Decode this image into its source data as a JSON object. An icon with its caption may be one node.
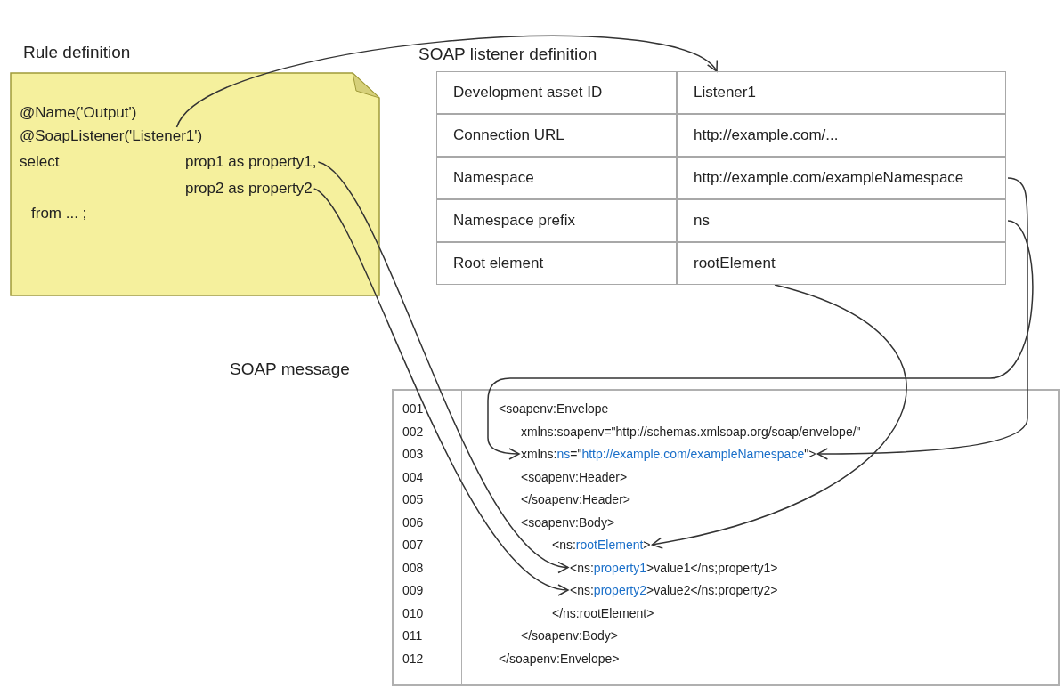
{
  "diagram": {
    "nodes": [
      {
        "text": [
          "Rule definition"
        ]
      },
      {
        "text": [
          "@Name('Output')"
        ],
        "in": 0
      },
      {
        "text": [
          "@SoapListener('Listener1')"
        ],
        "in": 0
      },
      {
        "text": [
          "select"
        ],
        "in": 0
      },
      {
        "text": [
          "prop1 as property1,"
        ],
        "in": 0
      },
      {
        "text": [
          "prop2 as property2"
        ],
        "in": 0
      },
      {
        "text": [
          "from ... ;"
        ],
        "in": 0
      },
      {
        "text": [
          "SOAP listener definition"
        ]
      },
      {
        "text": [
          "Development asset ID"
        ],
        "in": 7
      },
      {
        "text": [
          "Listener1"
        ],
        "in": 7
      },
      {
        "text": [
          "Connection URL"
        ],
        "in": 7
      },
      {
        "text": [
          "http://example.com/..."
        ],
        "in": 7
      },
      {
        "text": [
          "Namespace"
        ],
        "in": 7
      },
      {
        "text": [
          "http://example.com/exampleNamespace"
        ],
        "in": 7
      },
      {
        "text": [
          "Namespace prefix"
        ],
        "in": 7
      },
      {
        "text": [
          "ns"
        ],
        "in": 7
      },
      {
        "text": [
          "Root element"
        ],
        "in": 7
      },
      {
        "text": [
          "rootElement"
        ],
        "in": 7
      },
      {
        "text": [
          "SOAP message"
        ]
      },
      {
        "text": [
          "<soapenv:Envelope"
        ],
        "in": 18
      },
      {
        "text": [
          "xmlns:soapenv=\"http://schemas.xmlsoap.org/soap/envelope/\""
        ],
        "in": 18
      },
      {
        "text": [
          "xmlns:",
          "ns",
          "=\"",
          "http://example.com/exampleNamespace",
          "\">"
        ],
        "in": 18
      },
      {
        "text": [
          "<soapenv:Header>"
        ],
        "in": 18
      },
      {
        "text": [
          "</soapenv:Header>"
        ],
        "in": 18
      },
      {
        "text": [
          "<soapenv:Body>"
        ],
        "in": 18
      },
      {
        "text": [
          "<ns:",
          "rootElement",
          ">"
        ],
        "in": 18
      },
      {
        "text": [
          "<ns:",
          "property1",
          ">value1</ns;property1>"
        ],
        "in": 18
      },
      {
        "text": [
          "<ns:",
          "property2",
          ">value2</ns:property2>"
        ],
        "in": 18
      },
      {
        "text": [
          "</ns:rootElement>"
        ],
        "in": 18
      },
      {
        "text": [
          "</soapenv:Body>"
        ],
        "in": 18
      },
      {
        "text": [
          "</soapenv:Envelope>"
        ],
        "in": 18
      }
    ],
    "labels": [
      "001",
      "002",
      "003",
      "004",
      "005",
      "006",
      "007",
      "008",
      "009",
      "010",
      "011",
      "012"
    ],
    "edges": [
      {
        "from": 2,
        "to": 9,
        "arrow": "to"
      },
      {
        "from": 4,
        "to": 26,
        "arrow": "to"
      },
      {
        "from": 5,
        "to": 27,
        "arrow": "to"
      },
      {
        "from": 15,
        "to": 21,
        "arrow": "to"
      },
      {
        "from": 13,
        "to": 21,
        "arrow": "to"
      },
      {
        "from": 17,
        "to": 25,
        "arrow": "to"
      }
    ]
  }
}
